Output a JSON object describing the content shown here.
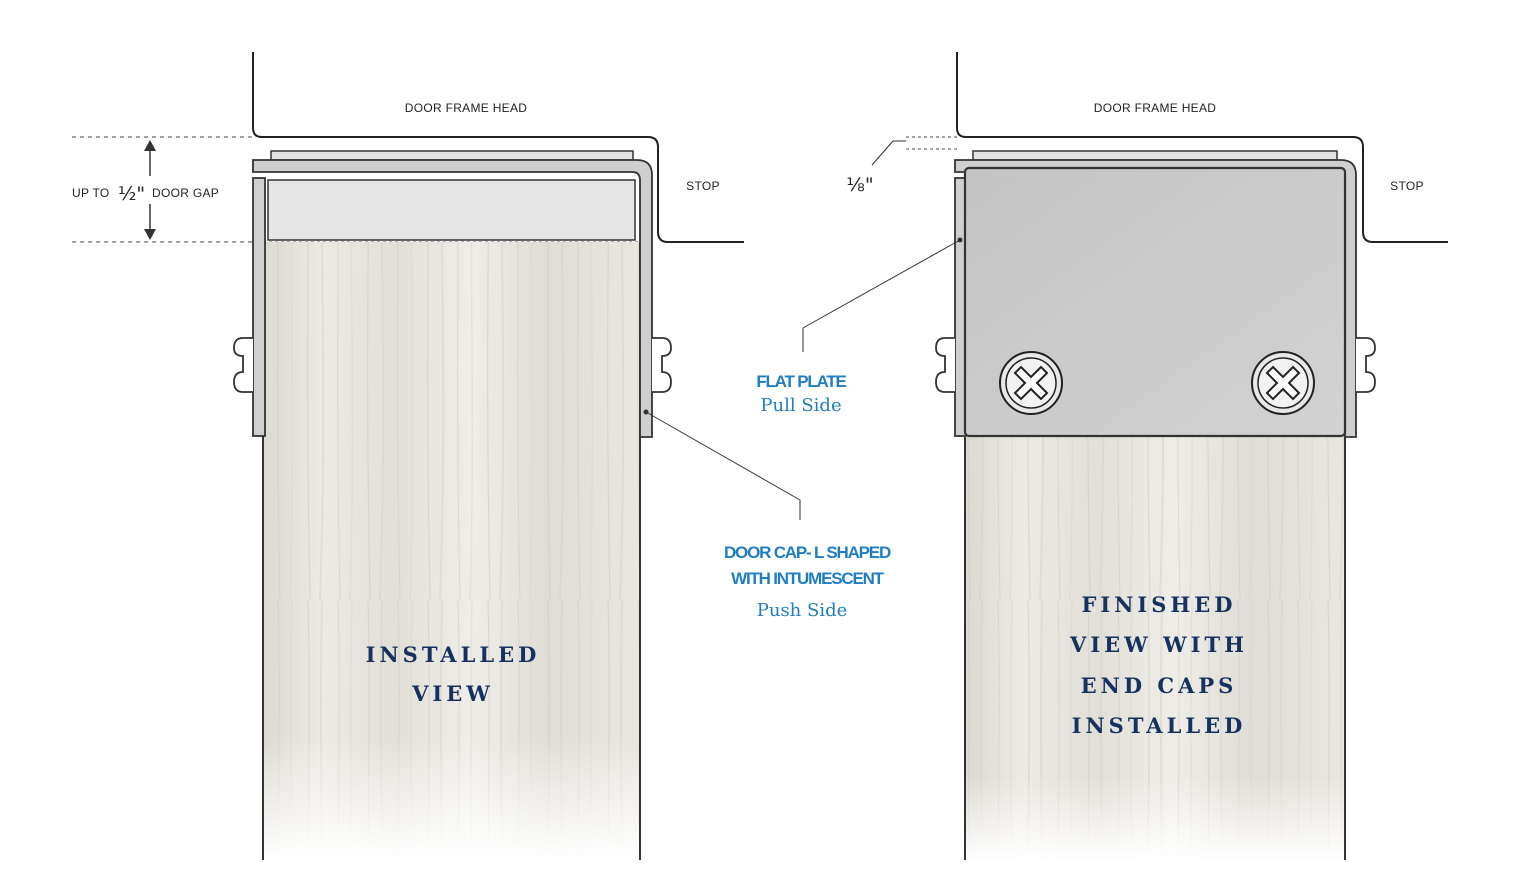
{
  "left_panel": {
    "frame_label": "DOOR FRAME HEAD",
    "stop_label": "STOP",
    "gap_label_prefix": "UP TO",
    "gap_label_fraction": "½\"",
    "gap_label_suffix": "DOOR GAP",
    "callout_line1": "DOOR CAP- L SHAPED",
    "callout_line2": "WITH INTUMESCENT",
    "callout_line3": "Push Side",
    "title_line1": "INSTALLED",
    "title_line2": "VIEW"
  },
  "right_panel": {
    "frame_label": "DOOR FRAME HEAD",
    "stop_label": "STOP",
    "gap_label": "⅛\"",
    "callout_line1": "FLAT PLATE",
    "callout_line2": "Pull Side",
    "title_line1": "FINISHED",
    "title_line2": "VIEW WITH",
    "title_line3": "END CAPS",
    "title_line4": "INSTALLED"
  },
  "colors": {
    "callout_blue": "#1f7ec2",
    "title_navy": "#15315f",
    "metal_gray": "#c9c9c9",
    "wood_light": "#e6e3dc"
  }
}
